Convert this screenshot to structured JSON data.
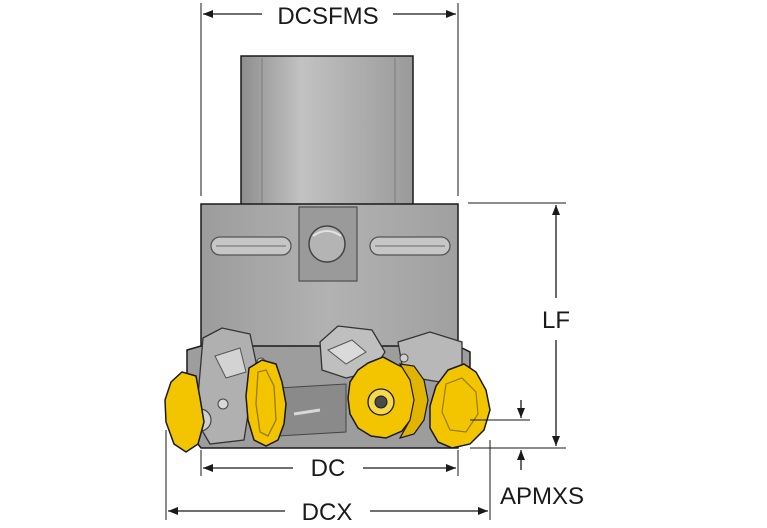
{
  "diagram": {
    "labels": {
      "dcsfms": "DCSFMS",
      "lf": "LF",
      "dc": "DC",
      "dcx": "DCX",
      "apmxs": "APMXS"
    },
    "colors": {
      "line": "#1a1a1a",
      "body": "#a7a7a7",
      "body_dark": "#7c7c7c",
      "body_light": "#c4c4c4",
      "insert": "#f2c500",
      "insert_edge": "#b08a00",
      "hole": "#4a4a4a"
    }
  }
}
